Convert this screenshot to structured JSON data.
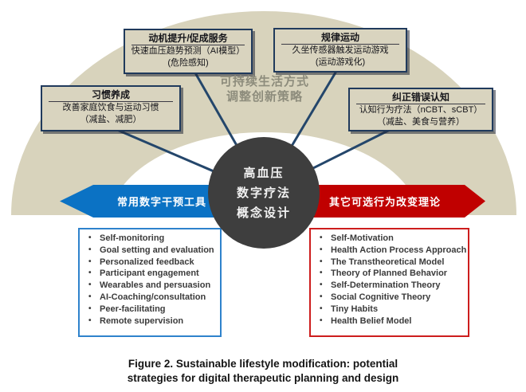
{
  "figure": {
    "fan_center_label": {
      "line1": "可持续生活方式",
      "line2": "调整创新策略"
    },
    "center_circle": {
      "line1": "高血压",
      "line2": "数字疗法",
      "line3": "概念设计"
    },
    "strategy_boxes": [
      {
        "title": "习惯养成",
        "line1": "改善家庭饮食与运动习惯",
        "line2": "（减盐、减肥）"
      },
      {
        "title": "动机提升/促成服务",
        "line1": "快速血压趋势预测（AI模型）",
        "line2": "(危险感知)"
      },
      {
        "title": "规律运动",
        "line1": "久坐传感器触发运动游戏",
        "line2": "(运动游戏化)"
      },
      {
        "title": "纠正错误认知",
        "line1": "认知行为疗法（nCBT、sCBT）",
        "line2": "（减盐、美食与营养）"
      }
    ],
    "left_banner": {
      "label": "常用数字干预工具",
      "color": "#0B72C4",
      "items": [
        "Self-monitoring",
        "Goal setting and evaluation",
        "Personalized feedback",
        "Participant engagement",
        "Wearables and persuasion",
        "AI-Coaching/consultation",
        "Peer-facilitating",
        "Remote supervision"
      ]
    },
    "right_banner": {
      "label": "其它可选行为改变理论",
      "color": "#C00000",
      "items": [
        "Self-Motivation",
        "Health Action Process Approach",
        "The Transtheoretical Model",
        "Theory of Planned Behavior",
        "Self-Determination Theory",
        "Social Cognitive Theory",
        "Tiny Habits",
        "Health Belief Model"
      ]
    },
    "caption_line1": "Figure 2. Sustainable lifestyle modification: potential",
    "caption_line2": "strategies for digital therapeutic planning and design"
  },
  "colors": {
    "fan_beige": "#D8D3BC",
    "box_border_navy": "#203A5C",
    "connector_navy": "#24466B",
    "circle_gray": "#3E3E3E",
    "banner_blue": "#0B72C4",
    "banner_red": "#C00000",
    "list_border_blue": "#2E82CC",
    "list_border_red": "#CD1D1D"
  }
}
